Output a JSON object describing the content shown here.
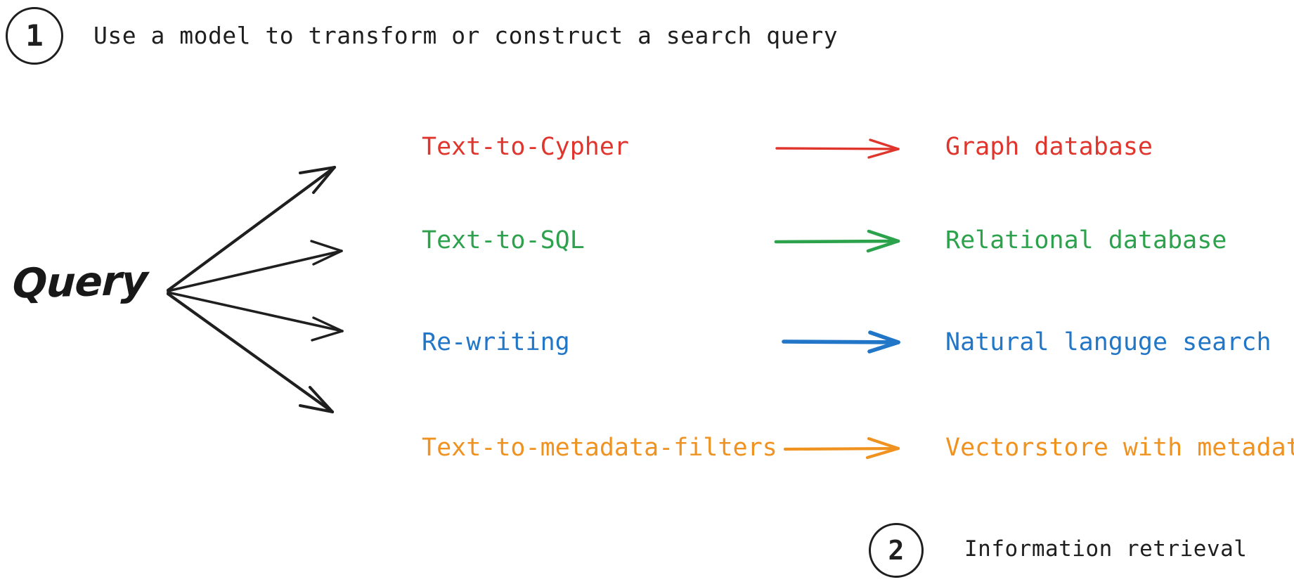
{
  "steps": [
    {
      "number": "1",
      "caption": "Use a model to transform or construct a search query"
    },
    {
      "number": "2",
      "caption": "Information retrieval"
    }
  ],
  "source_node": {
    "label": "Query"
  },
  "colors": {
    "ink": "#1f1f1f",
    "red": "#e0352c",
    "green": "#2ba24b",
    "blue": "#2176c7",
    "orange": "#f0921f"
  },
  "branches": [
    {
      "technique": "Text-to-Cypher",
      "target": "Graph database",
      "color": "#e0352c"
    },
    {
      "technique": "Text-to-SQL",
      "target": "Relational database",
      "color": "#2ba24b"
    },
    {
      "technique": "Re-writing",
      "target": "Natural languge search",
      "color": "#2176c7"
    },
    {
      "technique": "Text-to-metadata-filters",
      "target": "Vectorstore with metadata",
      "color": "#f0921f"
    }
  ]
}
